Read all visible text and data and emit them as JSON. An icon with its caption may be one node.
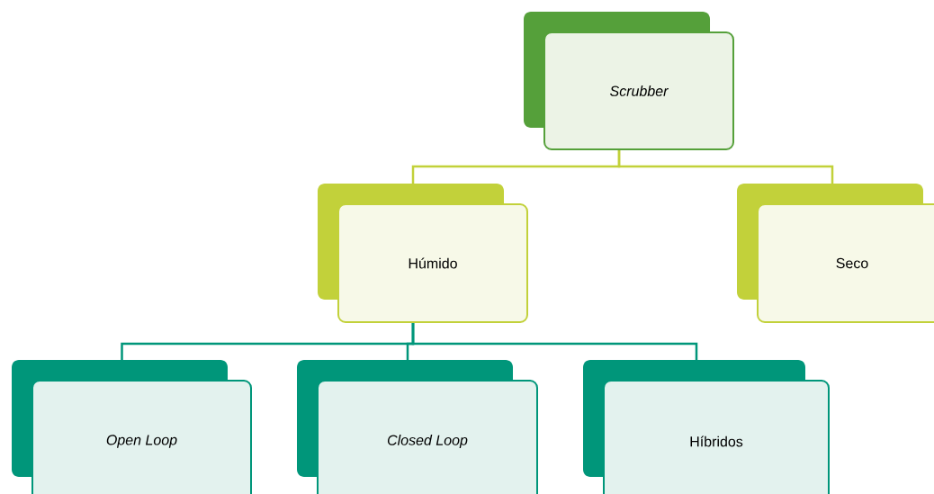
{
  "diagram": {
    "nodes": [
      {
        "text": [
          "Scrubber"
        ]
      },
      {
        "text": [
          "Húmido"
        ]
      },
      {
        "text": [
          "Seco"
        ]
      },
      {
        "text": [
          "Open Loop"
        ]
      },
      {
        "text": [
          "Closed Loop"
        ]
      },
      {
        "text": [
          "Híbridos"
        ]
      }
    ],
    "edges": [
      {
        "from": 0,
        "to": 1,
        "arrow": "none",
        "color": "#c2d13a"
      },
      {
        "from": 0,
        "to": 2,
        "arrow": "none",
        "color": "#c2d13a"
      },
      {
        "from": 1,
        "to": 3,
        "arrow": "none"
      },
      {
        "from": 1,
        "to": 4,
        "arrow": "none"
      },
      {
        "from": 1,
        "to": 5,
        "arrow": "none"
      }
    ]
  }
}
